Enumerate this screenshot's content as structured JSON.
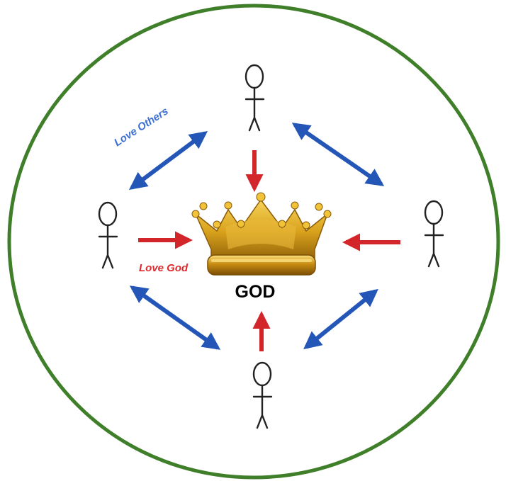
{
  "labels": {
    "center": "GOD",
    "love_others": "Love Others",
    "love_god": "Love God"
  },
  "colors": {
    "circle": "#3f7f2a",
    "love_others_arrow": "#2456b8",
    "love_god_arrow": "#d3262b",
    "love_others_text": "#3b6fd1",
    "love_god_text": "#e0282f",
    "crown_gold": "#d8a21c"
  },
  "icons": {
    "center": "crown-icon",
    "person": "stick-figure-icon"
  }
}
